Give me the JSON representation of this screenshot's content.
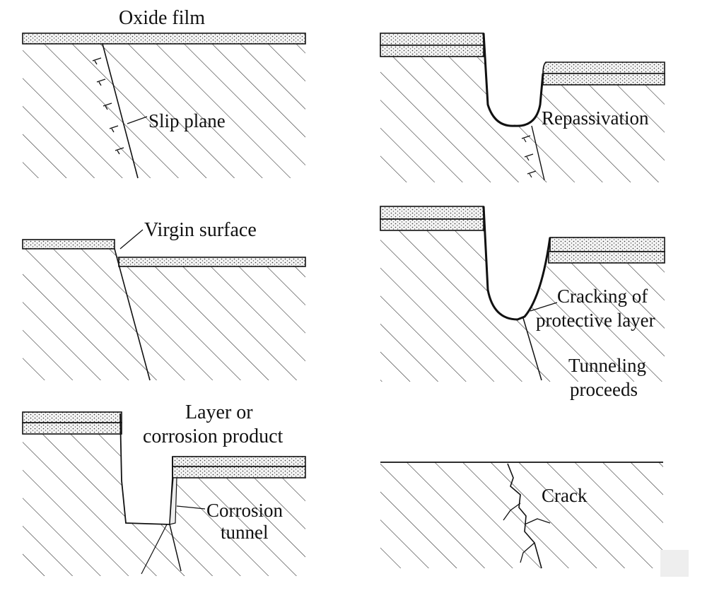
{
  "labels": {
    "oxide_film": "Oxide film",
    "slip_plane": "Slip plane",
    "virgin_surface": "Virgin surface",
    "layer_line1": "Layer or",
    "layer_line2": "corrosion product",
    "corrosion_line1": "Corrosion",
    "corrosion_line2": "tunnel",
    "repassivation": "Repassivation",
    "cracking_line1": "Cracking of",
    "cracking_line2": "protective layer",
    "tunneling_line1": "Tunneling",
    "tunneling_line2": "proceeds",
    "crack": "Crack"
  }
}
